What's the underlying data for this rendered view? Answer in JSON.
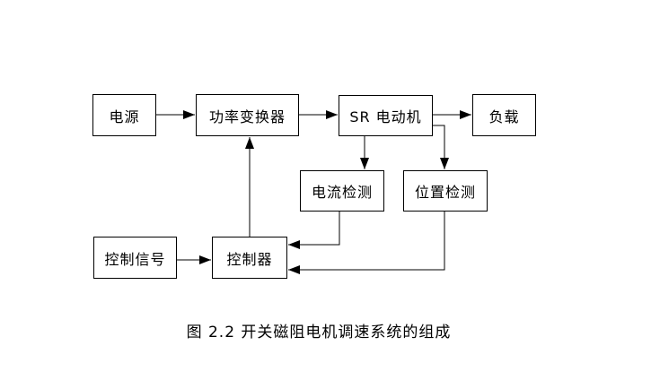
{
  "diagram": {
    "caption": "图 2.2  开关磁阻电机调速系统的组成",
    "colors": {
      "background": "#ffffff",
      "line": "#000000",
      "text": "#000000"
    },
    "boxes": [
      {
        "id": "power-supply",
        "label": "电源"
      },
      {
        "id": "power-converter",
        "label": "功率变换器"
      },
      {
        "id": "sr-motor",
        "label": "SR 电动机"
      },
      {
        "id": "load",
        "label": "负载"
      },
      {
        "id": "current-detection",
        "label": "电流检测"
      },
      {
        "id": "position-detection",
        "label": "位置检测"
      },
      {
        "id": "control-signal",
        "label": "控制信号"
      },
      {
        "id": "controller",
        "label": "控制器"
      }
    ],
    "edges": [
      {
        "from": "电源",
        "to": "功率变换器",
        "style": "arrow-right"
      },
      {
        "from": "功率变换器",
        "to": "SR 电动机",
        "style": "arrow-right"
      },
      {
        "from": "SR 电动机",
        "to": "负载",
        "style": "arrow-right"
      },
      {
        "from": "SR 电动机",
        "to": "电流检测",
        "style": "arrow-down"
      },
      {
        "from": "SR 电动机",
        "to": "位置检测",
        "style": "arrow-down-elbow"
      },
      {
        "from": "电流检测",
        "to": "控制器",
        "style": "arrow-left-elbow"
      },
      {
        "from": "位置检测",
        "to": "控制器",
        "style": "arrow-left-elbow"
      },
      {
        "from": "控制信号",
        "to": "控制器",
        "style": "arrow-right"
      },
      {
        "from": "控制器",
        "to": "功率变换器",
        "style": "arrow-up"
      }
    ]
  }
}
